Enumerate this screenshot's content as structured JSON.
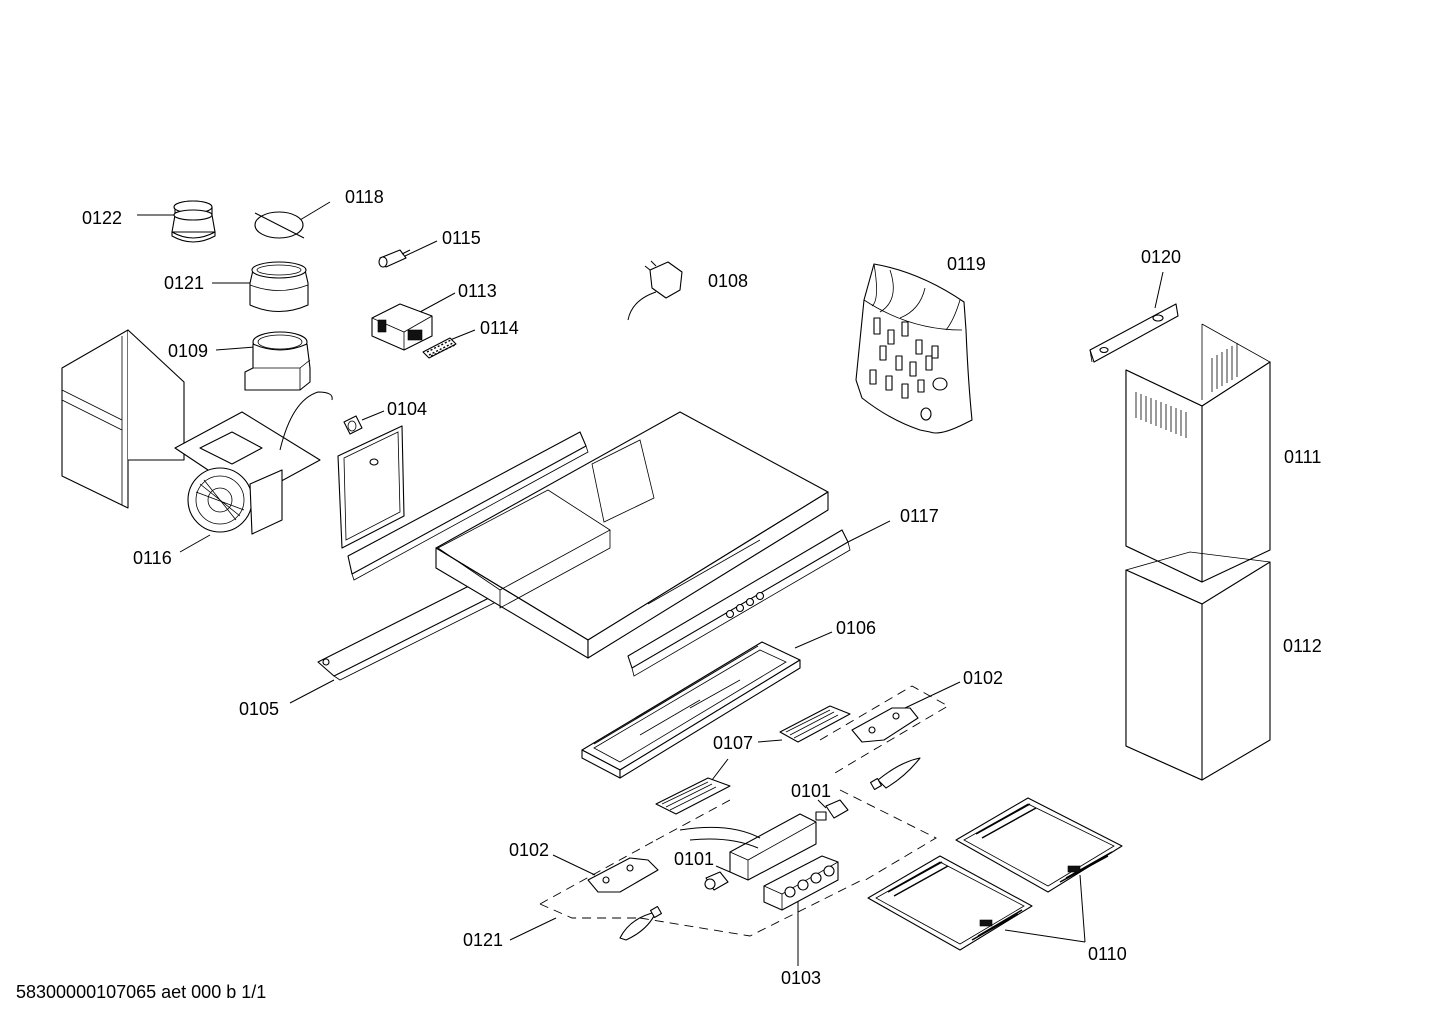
{
  "labels": {
    "p0122": "0122",
    "p0118": "0118",
    "p0115": "0115",
    "p0121a": "0121",
    "p0113": "0113",
    "p0108": "0108",
    "p0119": "0119",
    "p0120": "0120",
    "p0114": "0114",
    "p0109": "0109",
    "p0104": "0104",
    "p0111": "0111",
    "p0117": "0117",
    "p0116": "0116",
    "p0106": "0106",
    "p0112": "0112",
    "p0102a": "0102",
    "p0105": "0105",
    "p0107": "0107",
    "p0101a": "0101",
    "p0102b": "0102",
    "p0101b": "0101",
    "p0121b": "0121",
    "p0103": "0103",
    "p0110": "0110"
  },
  "footer": {
    "document_id": "58300000107065 aet 000 b 1/1"
  }
}
